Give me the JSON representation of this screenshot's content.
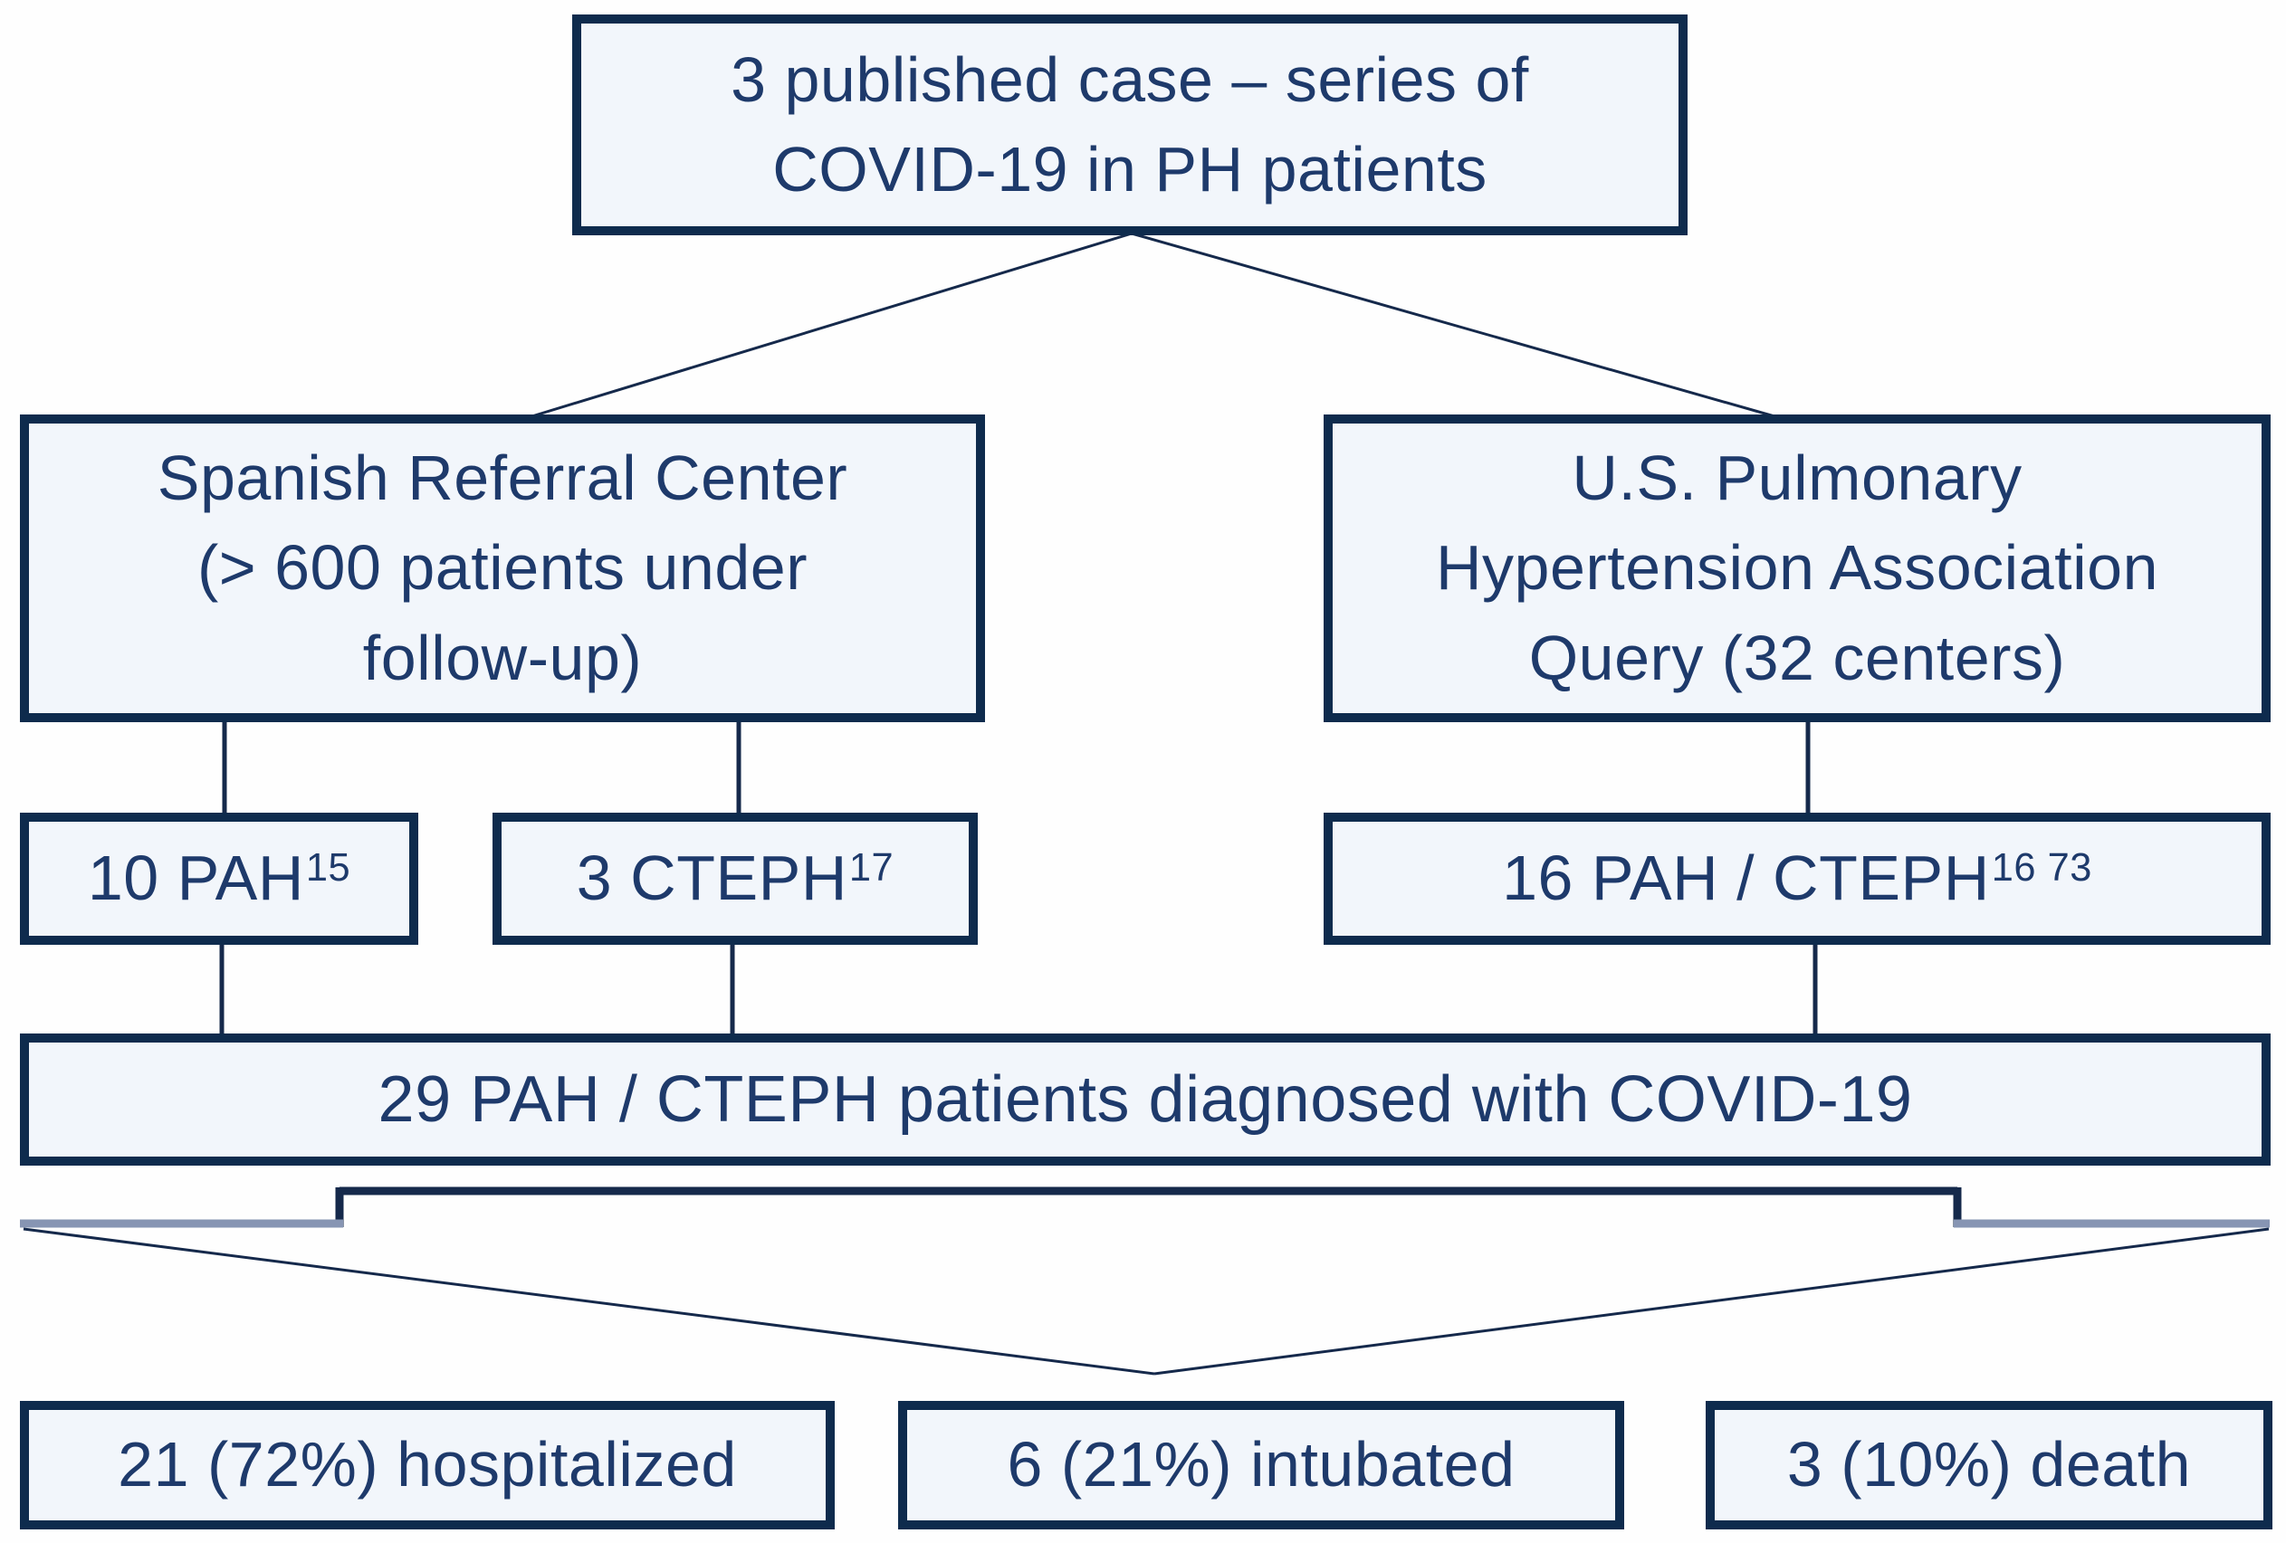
{
  "diagram": {
    "description": "Flow chart of published case series of COVID-19 in pulmonary hypertension patients",
    "nodes": {
      "published_series": {
        "lines": [
          "3 published case – series of",
          "COVID-19 in PH patients"
        ]
      },
      "spanish_center": {
        "lines": [
          "Spanish Referral Center",
          "(> 600 patients under",
          "follow-up)"
        ]
      },
      "us_pha_query": {
        "lines": [
          "U.S. Pulmonary",
          "Hypertension Association",
          "Query (32 centers)"
        ]
      },
      "pah_10": {
        "text": "10 PAH",
        "sup": "15"
      },
      "cteph_3": {
        "text": "3 CTEPH",
        "sup": "17"
      },
      "pah_cteph_16": {
        "text": "16 PAH / CTEPH",
        "sup": "16 73"
      },
      "diagnosed_29": {
        "text": "29 PAH / CTEPH patients diagnosed with COVID-19"
      },
      "outcome_hospitalized": {
        "text": "21 (72%) hospitalized"
      },
      "outcome_intubated": {
        "text": "6 (21%) intubated"
      },
      "outcome_death": {
        "text": "3 (10%) death"
      }
    },
    "colors": {
      "box_border": "#0e2b4d",
      "box_fill": "#f2f6fb",
      "text": "#1e3a6b",
      "connector": "#15294b",
      "funnel_gray": "#8795b3",
      "background": "#fefefe"
    }
  }
}
